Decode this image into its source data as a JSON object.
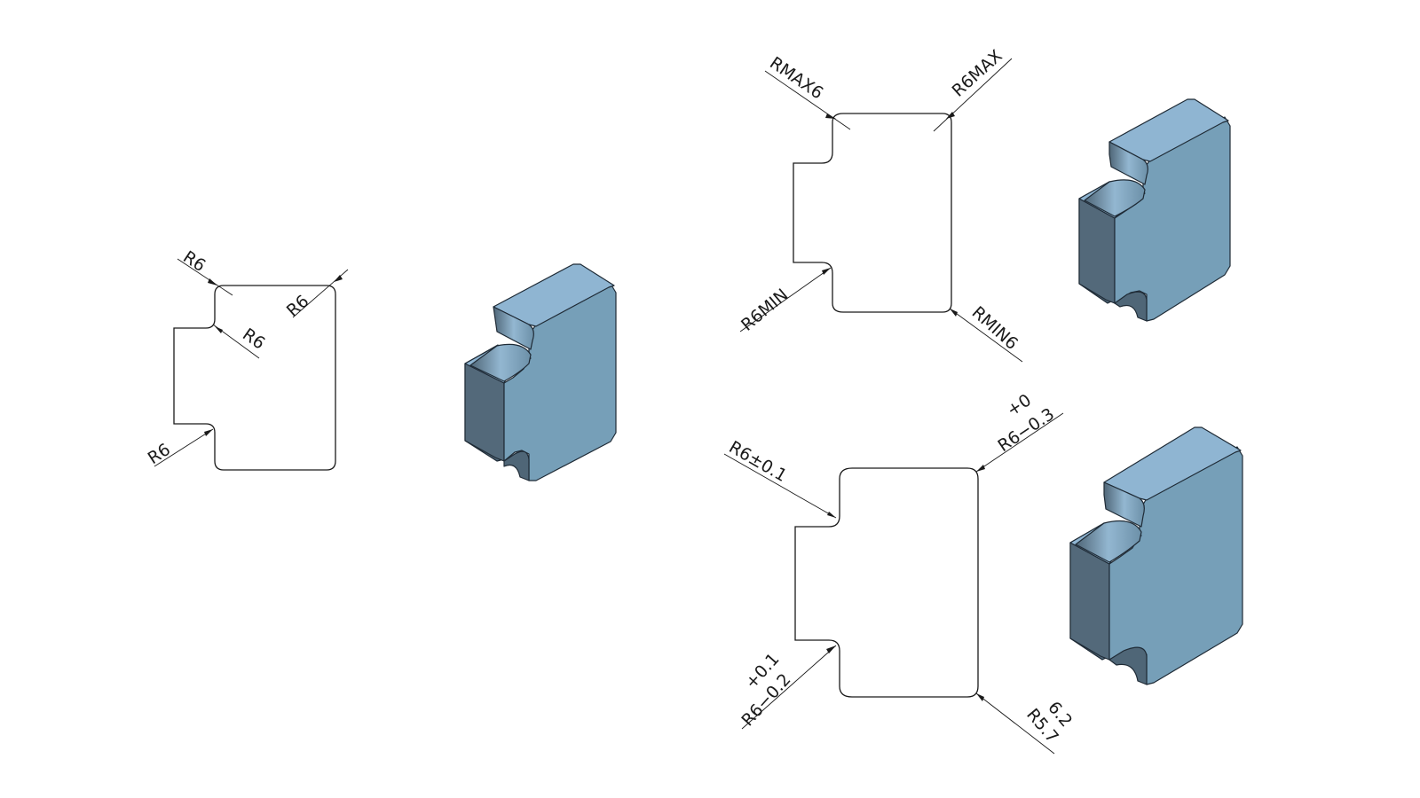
{
  "drawing_1": {
    "dims": {
      "top_left": "R6",
      "top_right": "R6",
      "inner_top": "R6",
      "inner_bottom": "R6"
    }
  },
  "drawing_2": {
    "dims": {
      "top_left": "RMAX6",
      "top_right": "R6MAX",
      "inner_bottom": "R6MIN",
      "bottom_right": "RMIN6"
    }
  },
  "drawing_3": {
    "dims": {
      "inner_top": "R6±0.1",
      "top_right_upper": "+0",
      "top_right_lower": "R6−0.3",
      "inner_bottom_upper": "+0.1",
      "inner_bottom_lower": "R6−0.2",
      "bottom_right_upper": "6.2",
      "bottom_right_lower": "R5.7"
    }
  },
  "colors": {
    "face_light": "#8fb5d2",
    "face_mid": "#769fb8",
    "face_dark": "#4f6677",
    "line": "#1a1a1a"
  }
}
